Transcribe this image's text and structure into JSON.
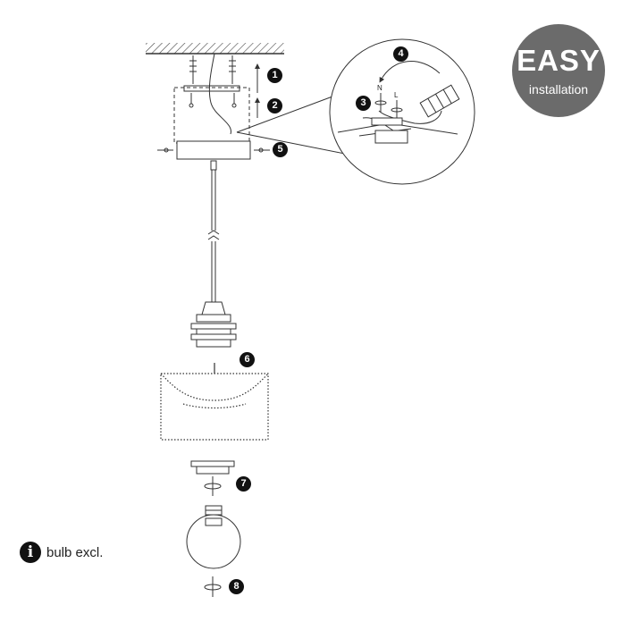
{
  "badge": {
    "title": "EASY",
    "subtitle": "installation"
  },
  "info": {
    "icon": "info-icon",
    "text": "bulb excl."
  },
  "steps": [
    "1",
    "2",
    "3",
    "4",
    "5",
    "6",
    "7",
    "8"
  ],
  "wires": {
    "neutral": "N",
    "live": "L"
  },
  "colors": {
    "badge": "#6b6b6b",
    "line": "#333333",
    "step": "#111111"
  }
}
